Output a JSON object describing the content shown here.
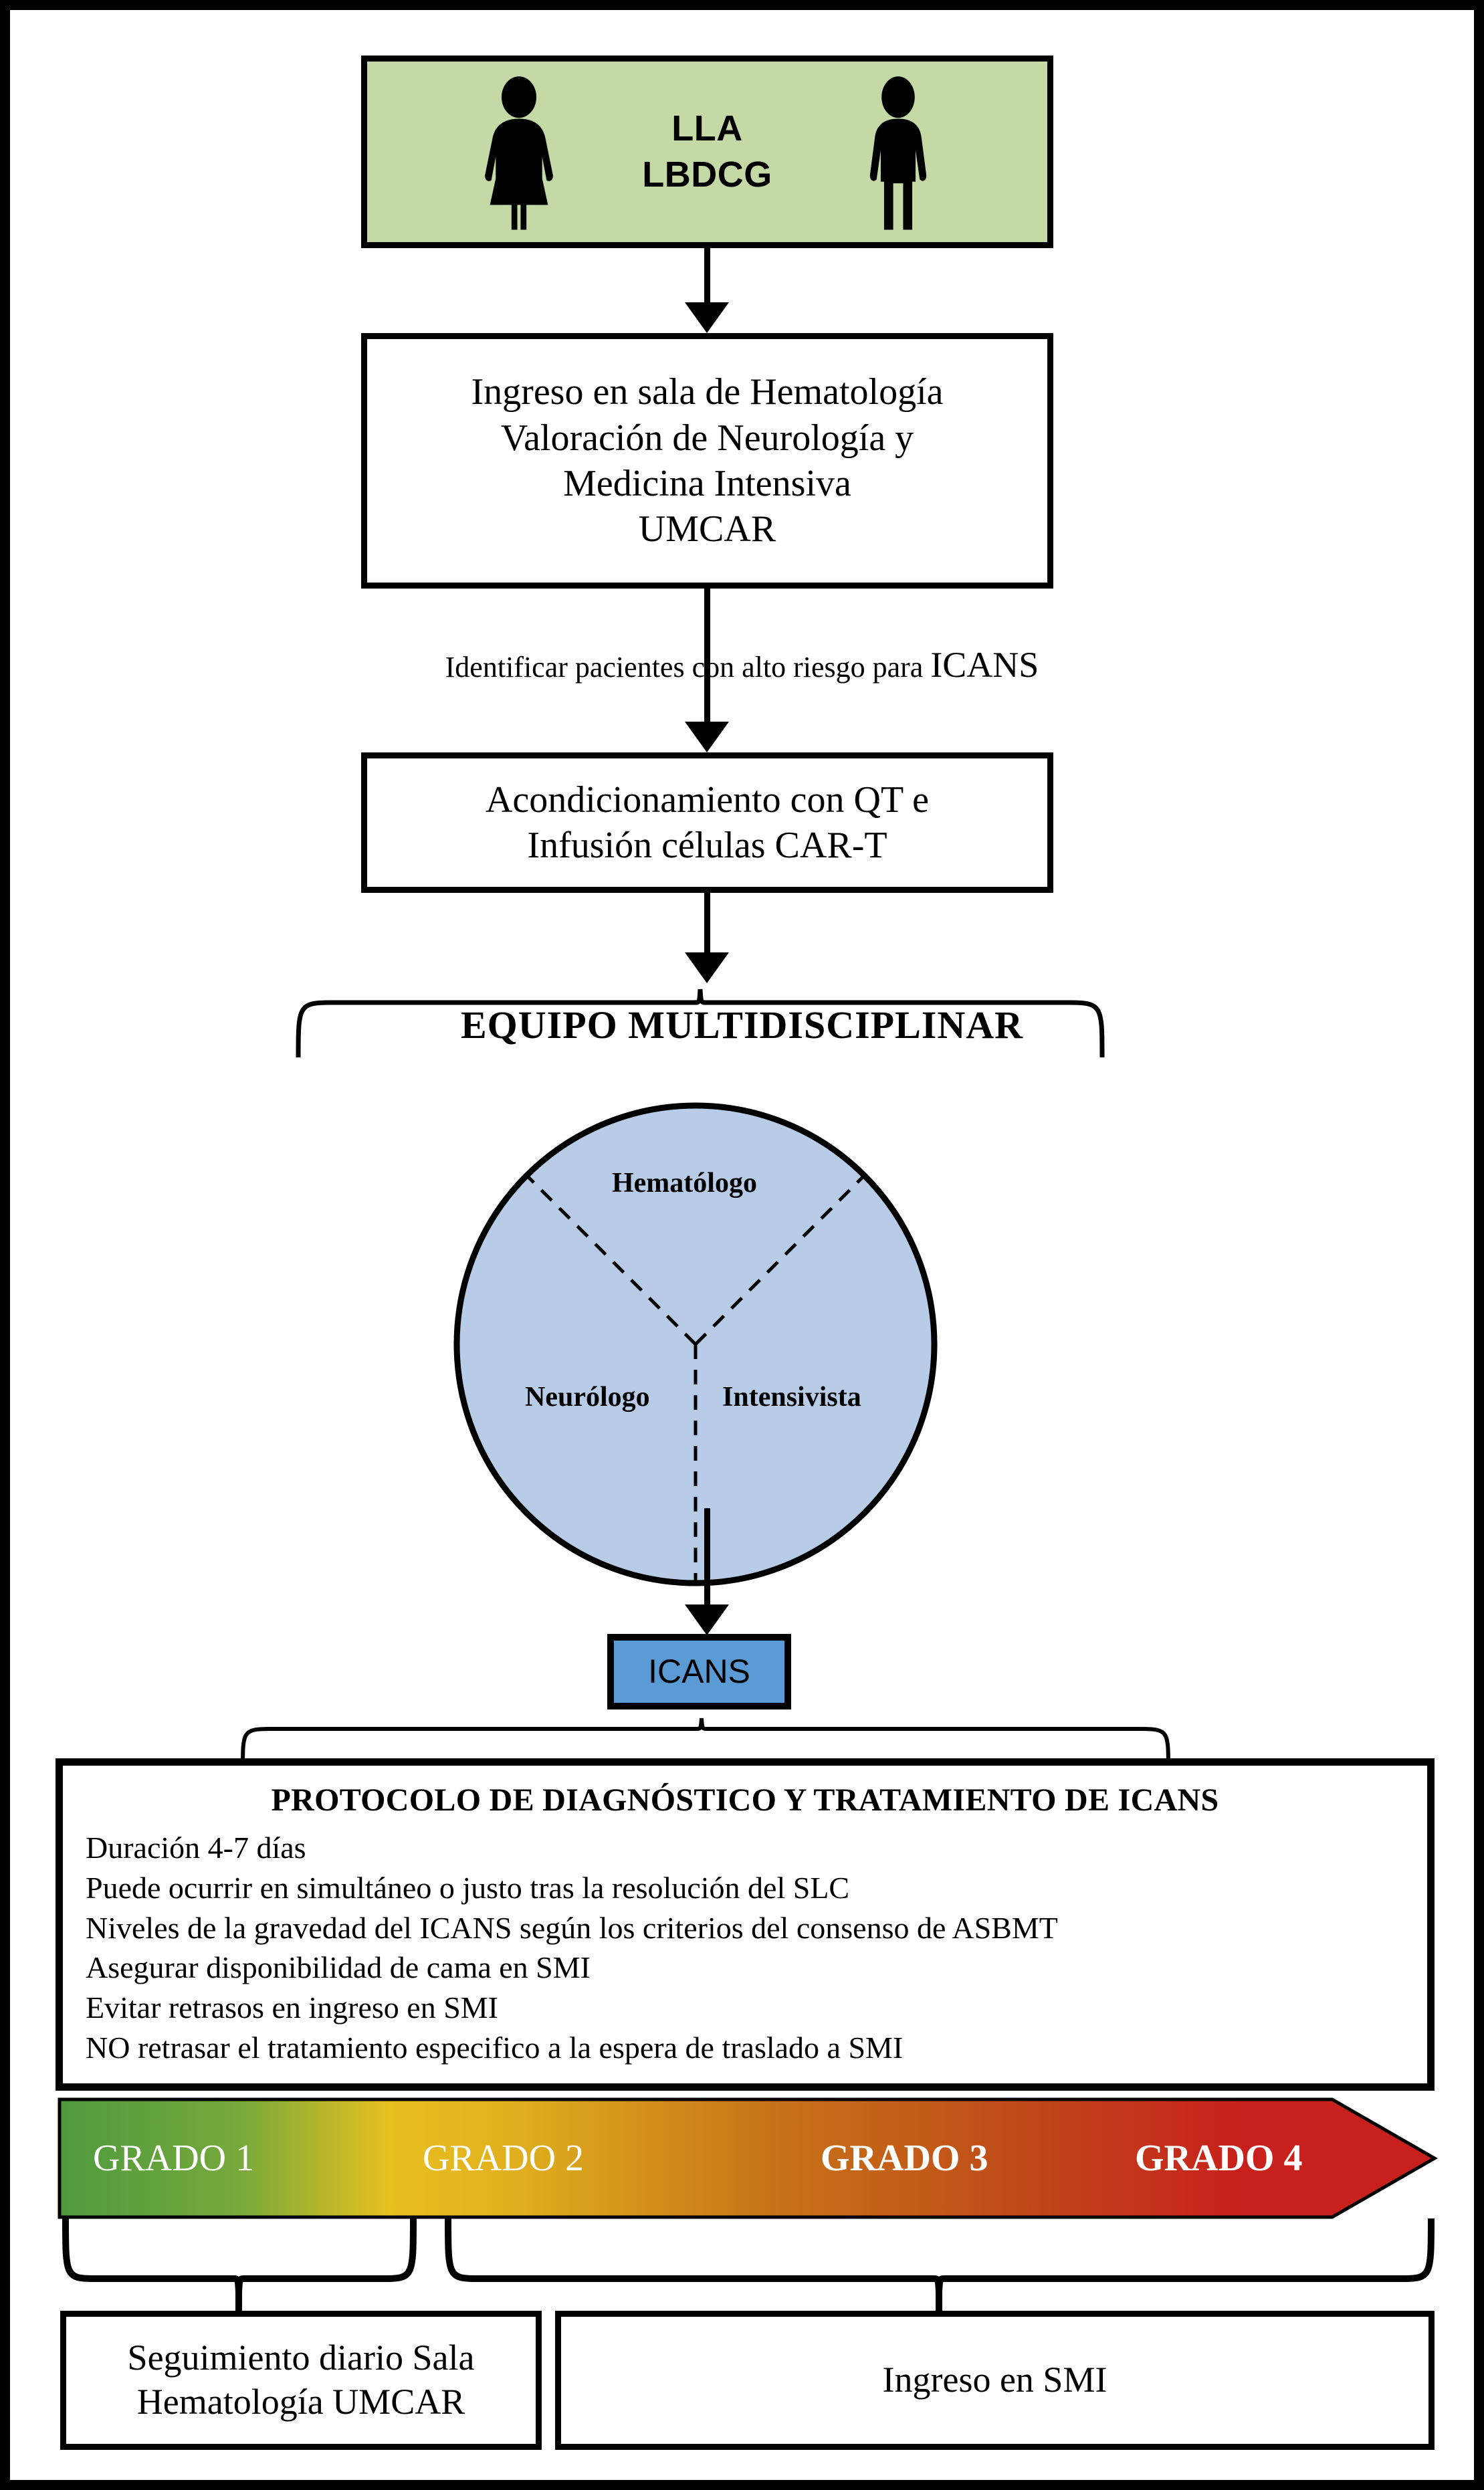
{
  "diagram": {
    "title": "Protocolo de manejo de ICANS en pacientes CAR-T",
    "colors": {
      "patient_box_fill": "#C4D9A6",
      "circle_fill": "#B8CCE8",
      "icans_box_fill": "#5B9BD5",
      "grade_gradient_start": "#4E9A3E",
      "grade_gradient_mid1": "#E8C020",
      "grade_gradient_mid2": "#C87818",
      "grade_gradient_end": "#C8201C",
      "outline": "#000000"
    }
  },
  "patient_box": {
    "line1": "LLA",
    "line2": "LBDCG",
    "icon_left": "female-person-icon",
    "icon_right": "male-person-icon"
  },
  "admission_box": {
    "lines": [
      "Ingreso en sala de Hematología",
      "Valoración de Neurología y",
      "Medicina Intensiva",
      "UMCAR"
    ]
  },
  "risk_caption": {
    "text_start": "Identificar pacientes con alto riesgo para ",
    "text_emphasis": "ICANS"
  },
  "conditioning_box": {
    "lines": [
      "Acondicionamiento con QT e",
      "Infusión células CAR-T"
    ]
  },
  "team": {
    "bracket_label": "EQUIPO MULTIDISCIPLINAR",
    "roles": [
      "Hematólogo",
      "Neurólogo",
      "Intensivista"
    ]
  },
  "icans_box": {
    "label": "ICANS"
  },
  "protocol_box": {
    "title": "PROTOCOLO DE DIAGNÓSTICO Y TRATAMIENTO DE ICANS",
    "lines": [
      "Duración 4-7 días",
      "Puede ocurrir en simultáneo o justo tras la resolución del SLC",
      "Niveles de la gravedad del ICANS según los criterios del consenso de ASBMT",
      "Asegurar disponibilidad de cama en SMI",
      "Evitar retrasos en ingreso en SMI",
      "NO retrasar el tratamiento especifico a la espera de traslado a SMI"
    ]
  },
  "grade_arrow": {
    "grades": [
      {
        "label": "GRADO 1",
        "bold": false
      },
      {
        "label": "GRADO 2",
        "bold": false
      },
      {
        "label": "GRADO 3",
        "bold": true
      },
      {
        "label": "GRADO 4",
        "bold": true
      }
    ]
  },
  "outcome_boxes": {
    "followup": {
      "line1": "Seguimiento diario Sala",
      "line2": "Hematología UMCAR"
    },
    "icu": {
      "line1": "Ingreso en SMI"
    }
  }
}
